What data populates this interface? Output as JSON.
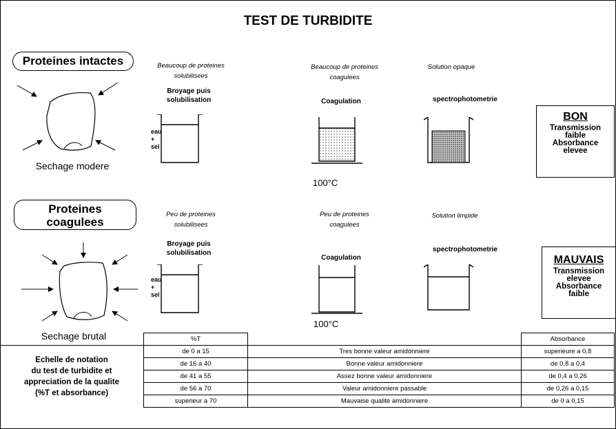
{
  "title": "TEST DE TURBIDITE",
  "row1": {
    "label": "Proteines intactes",
    "drying": "Sechage modere",
    "step1": {
      "note": [
        "Beaucoup de proteines",
        "solubilisees"
      ],
      "action": [
        "Broyage puis",
        "solubilisation"
      ],
      "ingredients": [
        "eau",
        "+",
        "sel"
      ]
    },
    "step2": {
      "note": [
        "Beaucoup de proteines",
        "coagulees"
      ],
      "action": "Coagulation",
      "temperature": "100°C"
    },
    "step3": {
      "note": "Solution opaque",
      "action": "spectrophotometrie"
    },
    "result": {
      "heading": "BON",
      "lines": [
        "Transmission",
        "faible",
        "Absorbance",
        "elevee"
      ]
    }
  },
  "row2": {
    "label": [
      "Proteines",
      "coagulees"
    ],
    "drying": "Sechage brutal",
    "step1": {
      "note": [
        "Peu de proteines",
        "solubilisees"
      ],
      "action": [
        "Broyage puis",
        "solubilisation"
      ],
      "ingredients": [
        "eau",
        "+",
        "sel"
      ]
    },
    "step2": {
      "note": [
        "Peu de proteines",
        "coagulees"
      ],
      "action": "Coagulation",
      "temperature": "100°C"
    },
    "step3": {
      "note": "Solution limpide",
      "action": "spectrophotometrie"
    },
    "result": {
      "heading": "MAUVAIS",
      "lines": [
        "Transmission",
        "elevee",
        "Absorbance",
        "faible"
      ]
    }
  },
  "scale": {
    "caption": [
      "Echelle de notation",
      "du test de turbidite et",
      "appreciation de la qualite",
      "(%T et absorbance)"
    ],
    "headers": {
      "transmission": "%T",
      "absorbance": "Absorbance"
    },
    "rows": [
      {
        "t": "de   0 a 15",
        "quality": "Tres bonne valeur amidonniere",
        "abs": "superieure a 0,8"
      },
      {
        "t": "de 16 a 40",
        "quality": "Bonne valeur amidonniere",
        "abs": "de 0,8 a 0,4"
      },
      {
        "t": "de 41 a 55",
        "quality": "Assez bonne valeur amidonniere",
        "abs": "de 0,4 a 0,26"
      },
      {
        "t": "de 56 a 70",
        "quality": "Valeur amidonniere passable",
        "abs": "de 0,26 a 0,15"
      },
      {
        "t": "superieur a 70",
        "quality": "Mauvaise qualite amidonniere",
        "abs": "de 0 a 0,15"
      }
    ]
  }
}
